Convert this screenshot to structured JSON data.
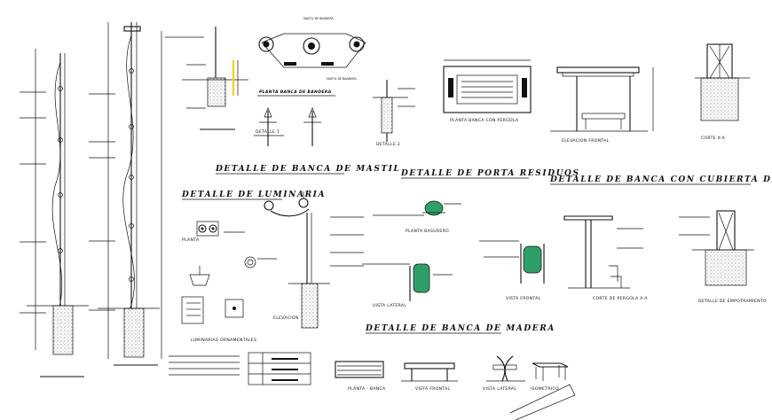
{
  "titles": {
    "banca_mastil": "DETALLE DE BANCA DE MASTIL",
    "porta_residuos": "DETALLE DE PORTA RESIDUOS",
    "banca_pergola": "DETALLE DE BANCA CON CUBIERTA DE PERGOLA",
    "luminaria": "DETALLE DE LUMINARIA",
    "banca_madera": "DETALLE DE BANCA DE MADERA"
  },
  "labels": {
    "mastil_bandera": "MASTIL DE BANDERA",
    "planta_banca_bandera": "PLANTA BANCA DE BANDERA",
    "detalle_1": "DETALLE 1",
    "detalle_2": "DETALLE 2",
    "planta_banca_pergola": "PLANTA BANCA CON PERGOLA",
    "elevacion_frontal": "ELEVACION FRONTAL",
    "corte_xx": "CORTE X-X",
    "planta": "PLANTA",
    "elevacion": "ELEVACION",
    "luminarias_ornamentales": "LUMINARIAS ORNAMENTALES",
    "planta_basurero": "PLANTA BASURERO",
    "vista_lateral": "VISTA LATERAL",
    "vista_frontal": "VISTA FRONTAL",
    "corte_pergola": "CORTE DE PERGOLA A-A",
    "detalle_empotramiento": "DETALLE DE EMPOTRAMIENTO",
    "planta_banca_madera": "PLANTA - BANCA",
    "vista_frontal_banca": "VISTA FRONTAL",
    "vista_lateral_banca": "VISTA LATERAL",
    "isometrico": "ISOMETRICO"
  },
  "colors": {
    "ink": "#111111",
    "container_green": "#2f9f6a",
    "highlight_yellow": "#f2d000",
    "paper": "#ffffff"
  }
}
